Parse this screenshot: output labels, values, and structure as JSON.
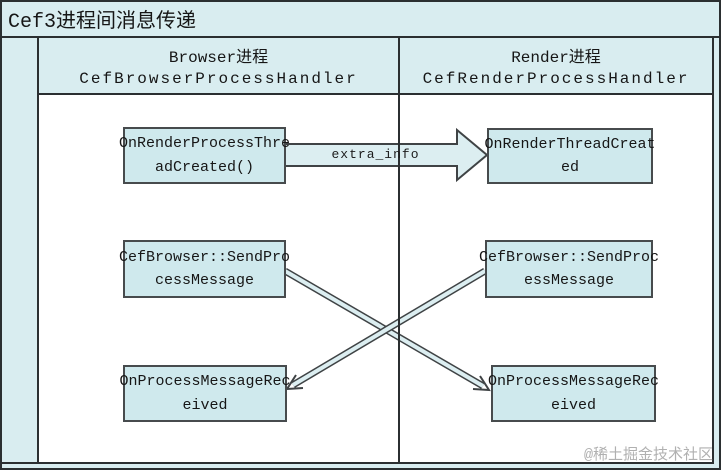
{
  "title": "Cef3进程间消息传递",
  "lanes": [
    {
      "name": "Browser进程",
      "handler": "CefBrowserProcessHandler"
    },
    {
      "name": "Render进程",
      "handler": "CefRenderProcessHandler"
    }
  ],
  "nodes": {
    "browser_on_render_thread": "OnRenderProcessThre\nadCreated()",
    "render_on_render_thread": "OnRenderThreadCreat\ned",
    "browser_send_message": "CefBrowser::SendPro\ncessMessage",
    "render_send_message": "CefBrowser::SendProc\nessMessage",
    "browser_message_received": "OnProcessMessageRec\neived",
    "render_message_received": "OnProcessMessageRec\neived"
  },
  "arrows": {
    "extra_info_label": "extra_info"
  },
  "watermark": "@稀土掘金技术社区",
  "colors": {
    "background": "#d9edf0",
    "box_fill": "#cfe9ed",
    "arrow_fill": "#dceef1",
    "line": "#2b2f31",
    "text": "#161616"
  }
}
